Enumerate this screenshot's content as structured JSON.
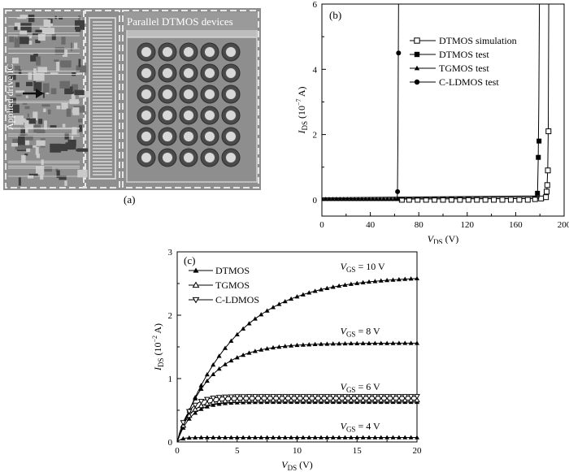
{
  "figure": {
    "panel_a": {
      "label": "(a)",
      "left_label": "Applied drive IC",
      "top_label": "Parallel DTMOS devices",
      "colors": {
        "chip_bg": "#8e8e8e",
        "device_ring": "#4a4a4a",
        "device_core": "#d8d8d8",
        "metal_light": "#c8c8c8"
      }
    },
    "panel_b": {
      "label": "(b)"
    },
    "panel_c": {
      "label": "(c)"
    }
  },
  "chart_data": [
    {
      "id": "b",
      "type": "scatter",
      "xlabel": {
        "main": "V",
        "sub": "DS",
        "unit": " (V)"
      },
      "ylabel": {
        "main": "I",
        "sub": "DS",
        "unit_pre": " (10",
        "unit_sup": "−7",
        "unit_post": " A)"
      },
      "xlim": [
        0,
        200
      ],
      "ylim": [
        -0.5,
        6
      ],
      "xticks": [
        "0",
        "40",
        "80",
        "120",
        "160",
        "200"
      ],
      "xtick_values": [
        0,
        40,
        80,
        120,
        160,
        200
      ],
      "yticks": [
        "0",
        "2",
        "4",
        "6"
      ],
      "ytick_values": [
        0,
        2,
        4,
        6
      ],
      "legend": "upper-right",
      "series": [
        {
          "name": "DTMOS simulation",
          "marker": "square-open",
          "x": [
            66,
            72,
            79,
            86,
            93,
            100,
            107,
            114,
            121,
            128,
            135,
            142,
            149,
            156,
            163,
            170,
            176,
            181,
            185,
            185.6,
            186.1,
            186.6,
            187.1
          ],
          "y": [
            0,
            0,
            0,
            0,
            0,
            0,
            0,
            0,
            0,
            0,
            0,
            0,
            0,
            0,
            0,
            0,
            0.02,
            0.04,
            0.08,
            0.25,
            0.45,
            0.9,
            2.1
          ],
          "line_x": [
            60,
            185,
            185.8,
            186.5,
            186.9,
            187.1,
            187.3
          ],
          "line_y": [
            0.02,
            0.04,
            0.3,
            1.0,
            2.2,
            4.0,
            6.0
          ]
        },
        {
          "name": "DTMOS test",
          "marker": "square-filled",
          "x": [
            178,
            178.7,
            179.3
          ],
          "y": [
            0.2,
            1.3,
            1.8
          ],
          "line_x": [
            0,
            178,
            178.6,
            179.1,
            179.6
          ],
          "line_y": [
            0.06,
            0.12,
            1.2,
            3.0,
            6.0
          ]
        },
        {
          "name": "TGMOS test",
          "marker": "triangle-filled",
          "x": [
            0,
            3,
            6,
            9,
            12,
            15,
            18,
            21,
            24,
            27,
            30,
            33,
            36,
            39,
            42,
            45,
            48,
            51,
            54,
            57,
            60,
            63
          ],
          "y": [
            0.02,
            0.02,
            0.02,
            0.02,
            0.02,
            0.02,
            0.02,
            0.02,
            0.02,
            0.02,
            0.02,
            0.02,
            0.02,
            0.02,
            0.02,
            0.02,
            0.02,
            0.02,
            0.02,
            0.02,
            0.02,
            0.02
          ],
          "line_x": [
            0,
            180
          ],
          "line_y": [
            0.03,
            0.08
          ]
        },
        {
          "name": "C-LDMOS test",
          "marker": "circle-filled",
          "x": [
            62.5,
            63.3
          ],
          "y": [
            0.25,
            4.5
          ],
          "line_x": [
            0,
            62,
            62.4,
            62.8,
            63.3
          ],
          "line_y": [
            0,
            0,
            0.2,
            2.0,
            6.0
          ]
        }
      ]
    },
    {
      "id": "c",
      "type": "scatter",
      "xlabel": {
        "main": "V",
        "sub": "DS",
        "unit": " (V)"
      },
      "ylabel": {
        "main": "I",
        "sub": "DS",
        "unit_pre": " (10",
        "unit_sup": "−2",
        "unit_post": " A)"
      },
      "xlim": [
        0,
        20
      ],
      "ylim": [
        0,
        3
      ],
      "xticks": [
        "0",
        "5",
        "10",
        "15",
        "20"
      ],
      "xtick_values": [
        0,
        5,
        10,
        15,
        20
      ],
      "yticks": [
        "0",
        "1",
        "2",
        "3"
      ],
      "ytick_values": [
        0,
        1,
        2,
        3
      ],
      "legend": "upper-left",
      "legend_entries": [
        {
          "name": "DTMOS",
          "marker": "triangle-filled"
        },
        {
          "name": "TGMOS",
          "marker": "triangle-open"
        },
        {
          "name": "C-LDMOS",
          "marker": "triangle-down-open"
        }
      ],
      "annotations": [
        {
          "prefix": "V",
          "sub": "GS",
          "text": " = 10 V",
          "x": 13.6,
          "y": 2.72
        },
        {
          "prefix": "V",
          "sub": "GS",
          "text": " = 8 V",
          "x": 13.6,
          "y": 1.7
        },
        {
          "prefix": "V",
          "sub": "GS",
          "text": " = 6 V",
          "x": 13.6,
          "y": 0.82
        },
        {
          "prefix": "V",
          "sub": "GS",
          "text": " = 4 V",
          "x": 13.6,
          "y": 0.2
        }
      ],
      "curves": [
        {
          "name": "DTMOS",
          "vgs": 10,
          "marker": "triangle-filled",
          "isat": 2.62,
          "tau": 4.8
        },
        {
          "name": "DTMOS",
          "vgs": 8,
          "marker": "triangle-filled",
          "isat": 1.56,
          "tau": 2.6
        },
        {
          "name": "DTMOS",
          "vgs": 6,
          "marker": "triangle-filled",
          "isat": 0.63,
          "tau": 1.15
        },
        {
          "name": "DTMOS",
          "vgs": 4,
          "marker": "triangle-filled",
          "isat": 0.07,
          "tau": 0.35
        },
        {
          "name": "TGMOS",
          "vgs": 6,
          "marker": "triangle-open",
          "isat": 0.66,
          "tau": 1.0
        },
        {
          "name": "C-LDMOS",
          "vgs": 6,
          "marker": "triangle-down-open",
          "isat": 0.72,
          "tau": 0.9
        }
      ]
    }
  ]
}
